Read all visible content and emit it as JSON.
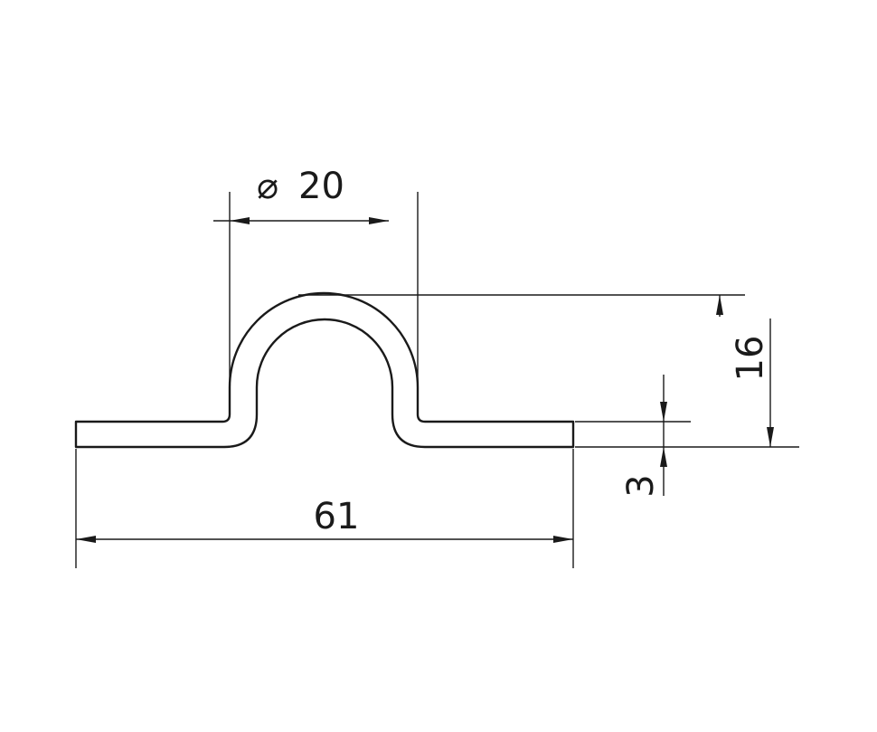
{
  "drawing": {
    "line_color": "#1a1a1a",
    "background": "#ffffff",
    "dimensions": {
      "diameter": {
        "symbol": "⌀",
        "value": "20"
      },
      "total_length": "61",
      "height": "16",
      "thickness": "3"
    }
  }
}
